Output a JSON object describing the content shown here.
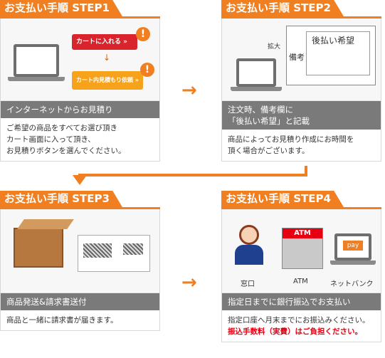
{
  "steps": [
    {
      "title": "お支払い手順 STEP1",
      "bar_text": "インターネットからお見積り",
      "desc_lines": [
        "ご希望の商品をすべてお選び頂き",
        "カート画面に入って頂き、",
        "お見積りボタンを選んでください。"
      ],
      "buttons": {
        "cart": "カートに入れる »",
        "estimate": "カート内見積もり依頼 »"
      }
    },
    {
      "title": "お支払い手順 STEP2",
      "bar_lines": [
        "注文時、備考欄に",
        "「後払い希望」と記載"
      ],
      "desc_lines": [
        "商品によってお見積り作成にお時間を",
        "頂く場合がございます。"
      ],
      "labels": {
        "zoom": "拡大",
        "remarks": "備考",
        "note": "後払い希望"
      }
    },
    {
      "title": "お支払い手順 STEP3",
      "bar_text": "商品発送&請求書送付",
      "desc_lines": [
        "商品と一緒に請求書が届きます。"
      ]
    },
    {
      "title": "お支払い手順 STEP4",
      "bar_text": "指定日までに銀行振込でお支払い",
      "desc_lines": [
        "指定口座へ月末までにお振込みください。"
      ],
      "desc_red": "振込手数料（実費）はご負担ください。",
      "labels": {
        "counter": "窓口",
        "atm": "ATM",
        "netbank": "ネットバンク",
        "atm_sign": "ATM",
        "pay": "pay"
      }
    }
  ],
  "arrows": {
    "right": "→"
  },
  "colors": {
    "accent": "#f07f21",
    "bar": "#7a7a7a",
    "red": "#e60012"
  }
}
